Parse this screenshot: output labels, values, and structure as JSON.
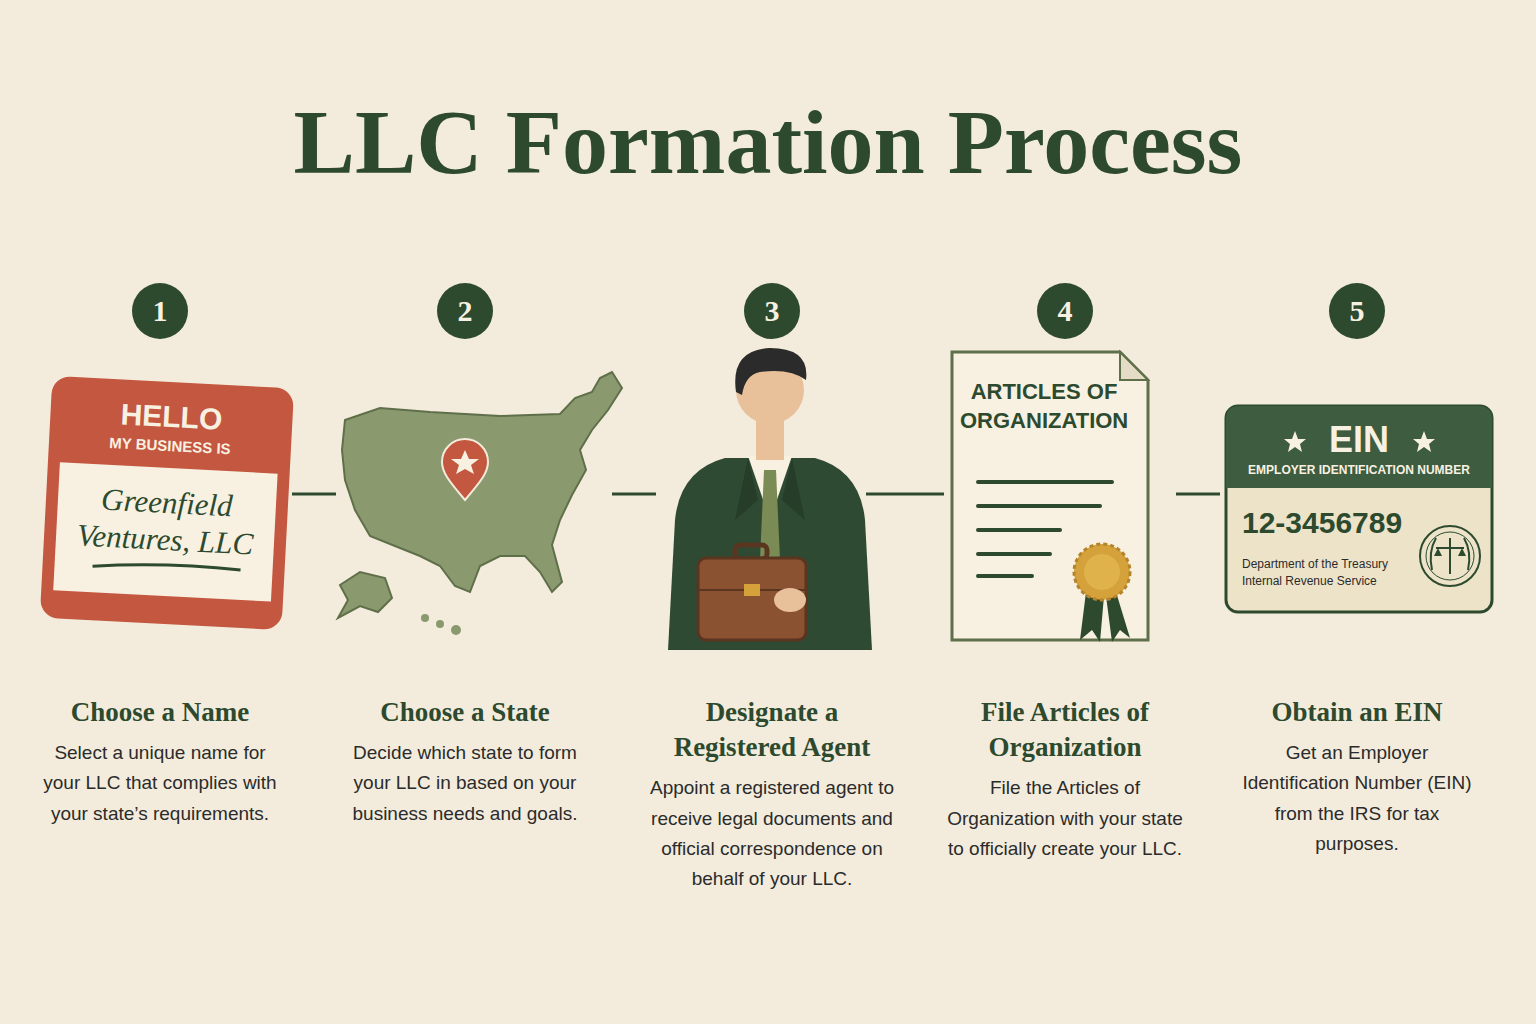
{
  "diagram": {
    "title": "LLC Formation Process",
    "nodes": [
      {
        "text": [
          "1"
        ]
      },
      {
        "text": [
          "2"
        ]
      },
      {
        "text": [
          "3"
        ]
      },
      {
        "text": [
          "4"
        ]
      },
      {
        "text": [
          "5"
        ]
      },
      {
        "text": [
          "HELLO",
          "MY BUSINESS IS",
          "Greenfield Ventures, LLC"
        ]
      },
      {
        "text": [
          "ARTICLES OF ORGANIZATION"
        ]
      },
      {
        "text": [
          "EIN",
          "EMPLOYER IDENTIFICATION NUMBER",
          "12-3456789",
          "Department of the Treasury Internal Revenue Service"
        ]
      }
    ],
    "labels": [
      "Choose a Name",
      "Select a unique name for your LLC that complies with your state’s requirements.",
      "Choose a State",
      "Decide which state to form your LLC in based on your business needs and goals.",
      "Designate a Registered Agent",
      "Appoint a registered agent to receive legal documents and official correspondence on behalf of your LLC.",
      "File Articles of Organization",
      "File the Articles of Organization with your state to officially create your LLC.",
      "Obtain an EIN",
      "Get an Employer Identification Number (EIN) from the IRS for tax purposes."
    ]
  }
}
